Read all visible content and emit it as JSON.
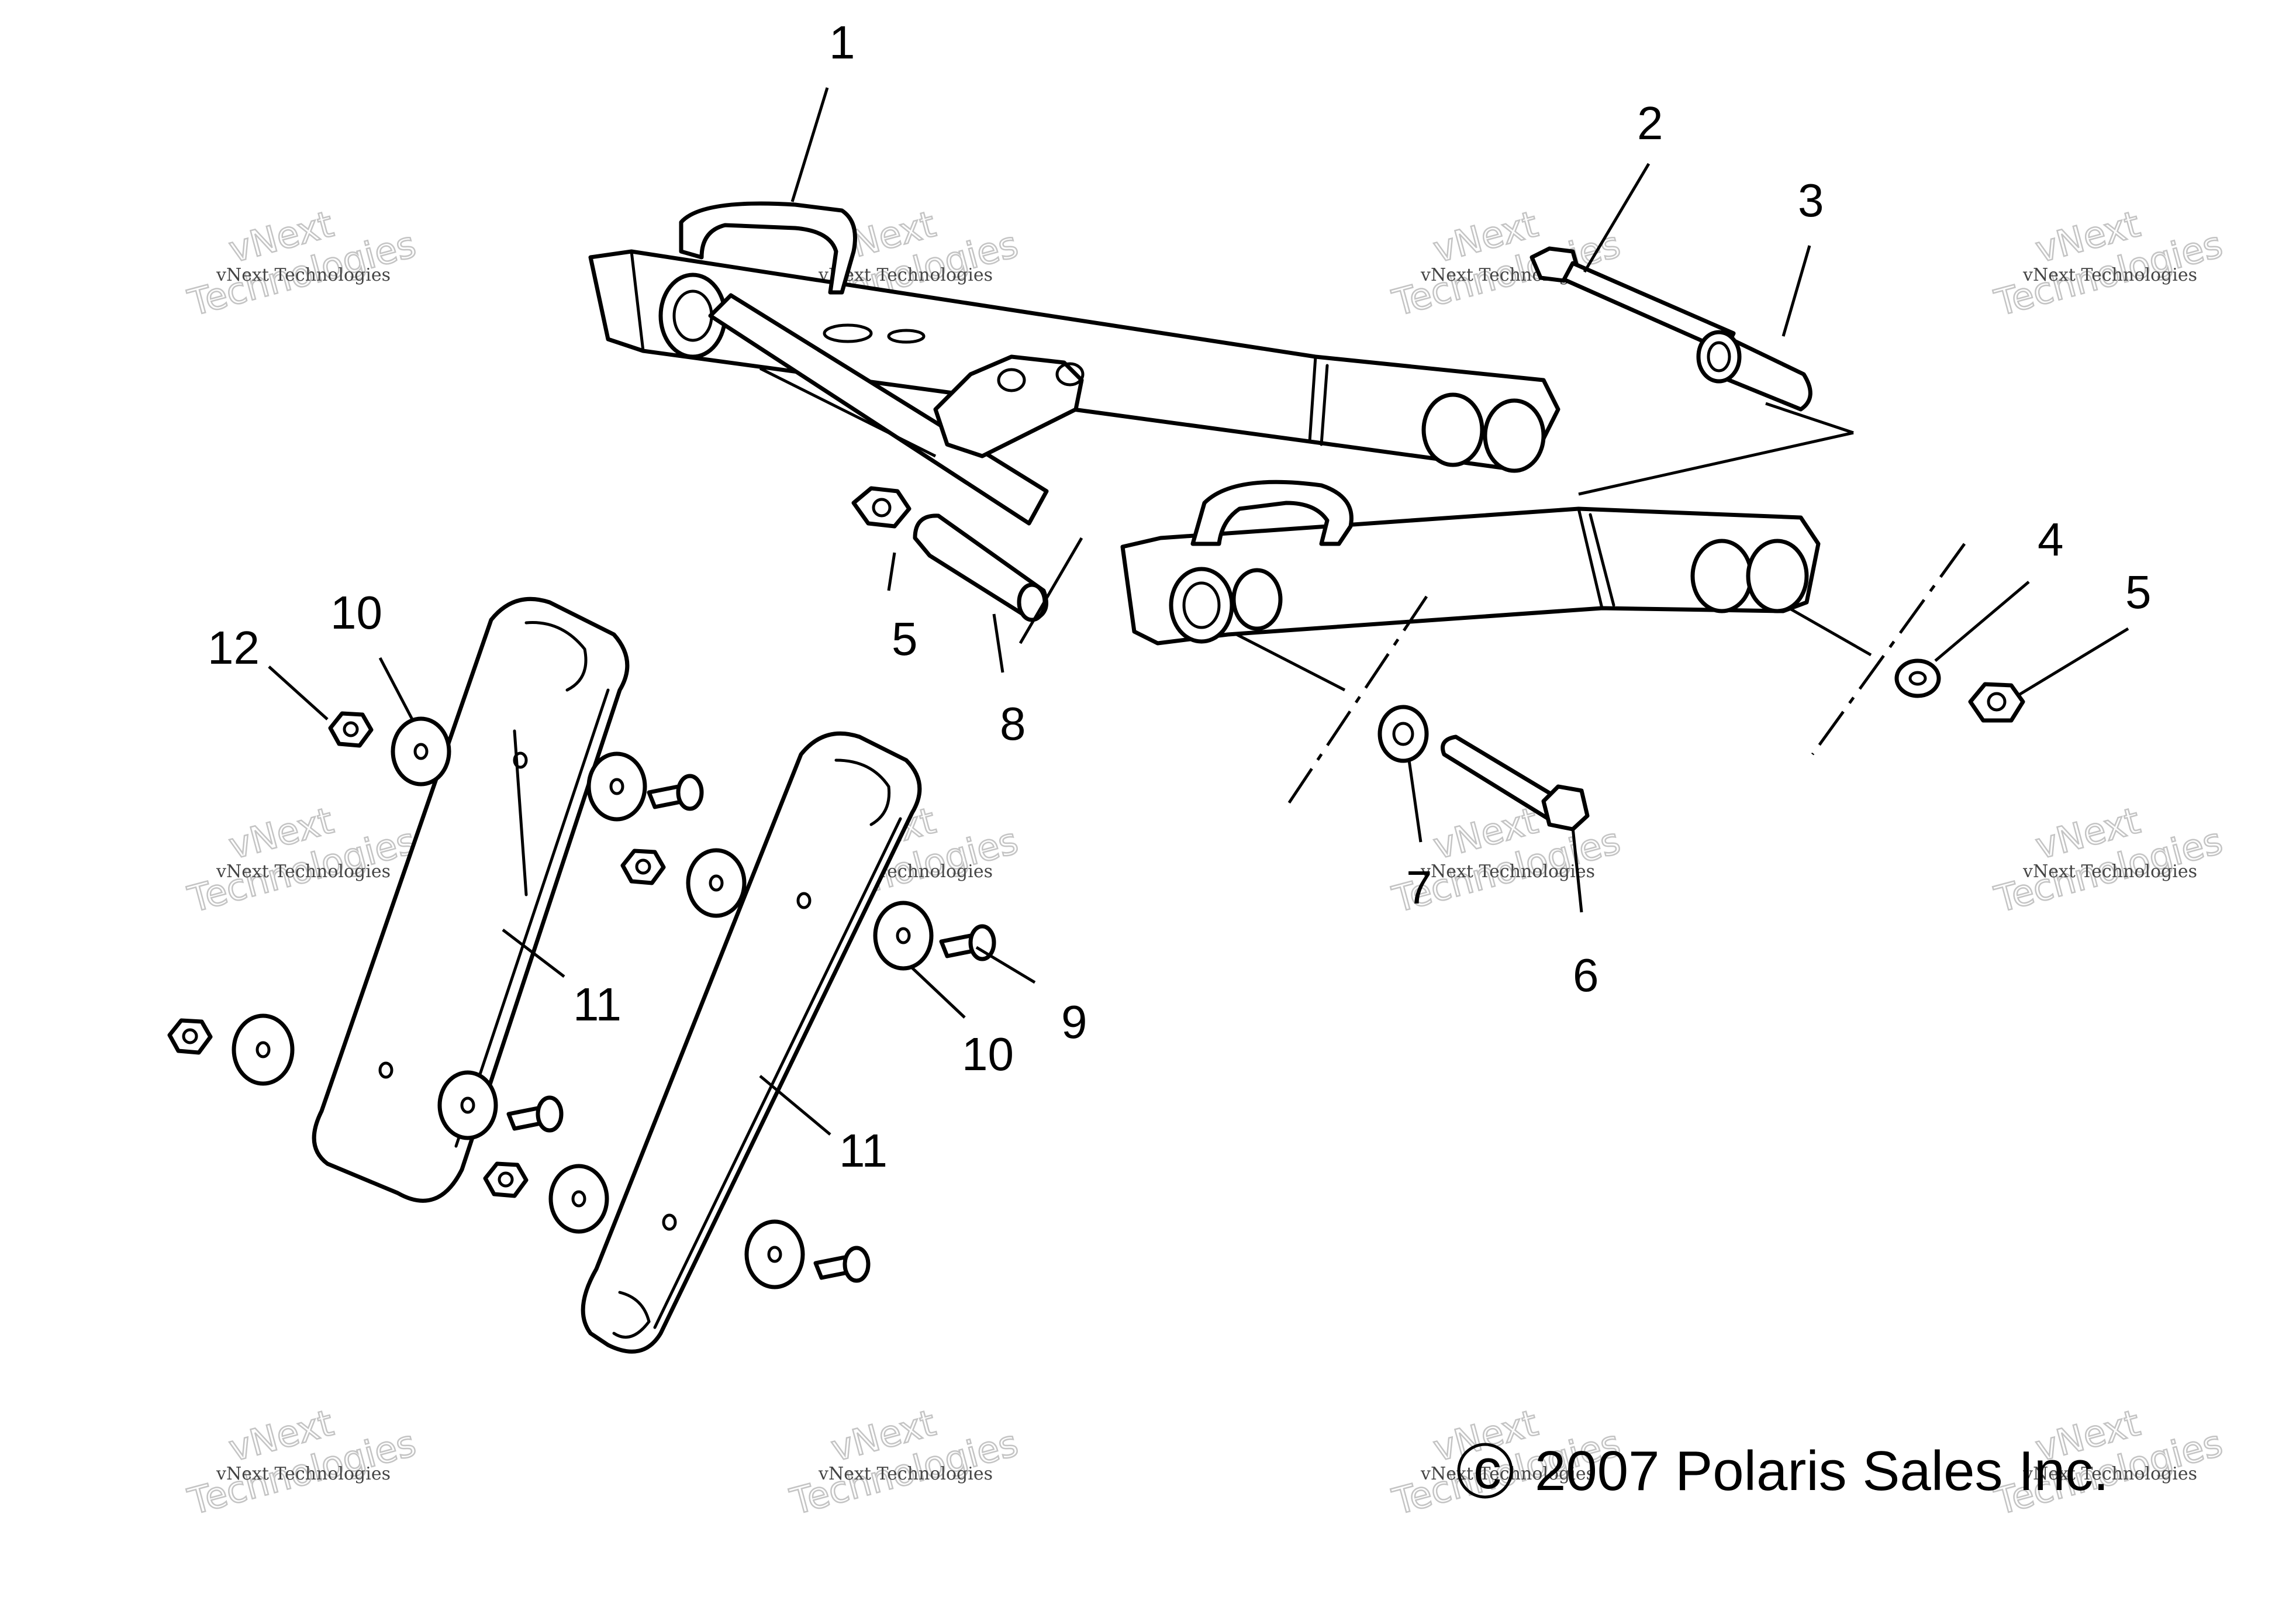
{
  "callouts": {
    "c1": "1",
    "c2": "2",
    "c3": "3",
    "c4": "4",
    "c5a": "5",
    "c5b": "5",
    "c6": "6",
    "c7": "7",
    "c8": "8",
    "c9": "9",
    "c10a": "10",
    "c10b": "10",
    "c11a": "11",
    "c11b": "11",
    "c12": "12"
  },
  "copyright": {
    "symbol": "c",
    "text": "2007 Polaris Sales Inc."
  },
  "watermark": {
    "big_line_1": "vNext",
    "big_line_2": "Technologies",
    "small": "vNext Technologies"
  }
}
